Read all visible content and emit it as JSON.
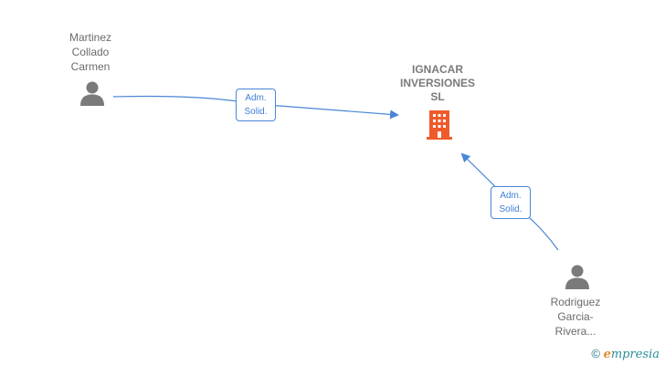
{
  "nodes": {
    "company": {
      "lines": [
        "IGNACAR",
        "INVERSIONES",
        "SL"
      ]
    },
    "person_top": {
      "lines": [
        "Martinez",
        "Collado",
        "Carmen"
      ]
    },
    "person_bottom": {
      "lines": [
        "Rodriguez",
        "Garcia-",
        "Rivera..."
      ]
    }
  },
  "edges": [
    {
      "lines": [
        "Adm.",
        "Solid."
      ]
    },
    {
      "lines": [
        "Adm.",
        "Solid."
      ]
    }
  ],
  "footer": {
    "copyright": "©",
    "brand_e": "e",
    "brand_rest": "mpresia"
  },
  "colors": {
    "company": "#ef5a2b",
    "person": "#7a7a7a",
    "edge": "#4a86d8"
  }
}
